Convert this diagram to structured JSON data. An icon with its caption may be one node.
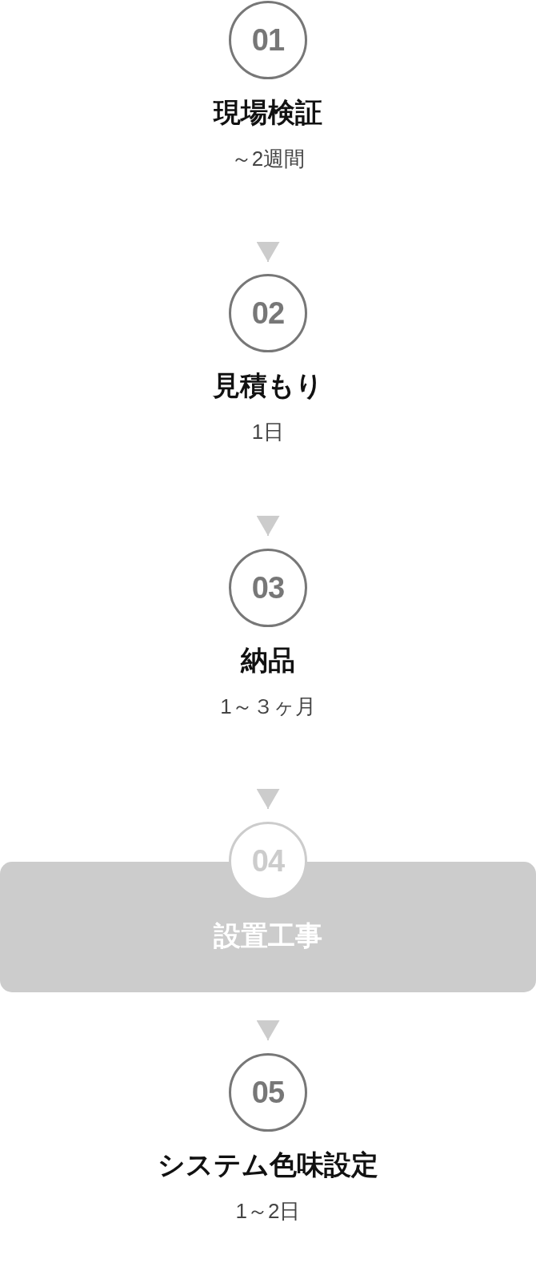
{
  "diagram": {
    "nodes": [
      {
        "text": [
          "01"
        ],
        "beside": [
          "現場検証",
          "～2週間"
        ]
      },
      {
        "text": [
          "02"
        ],
        "beside": [
          "見積もり",
          "1日"
        ]
      },
      {
        "text": [
          "03"
        ],
        "beside": [
          "納品",
          "1～３ヶ月"
        ]
      },
      {
        "text": [
          "04"
        ]
      },
      {
        "text": [
          "設置工事"
        ]
      },
      {
        "text": [
          "05"
        ],
        "beside": [
          "システム色味設定",
          "1～2日"
        ]
      }
    ],
    "edges": [
      {
        "from": 0,
        "to": 1,
        "arrow": "to"
      },
      {
        "from": 1,
        "to": 2,
        "arrow": "to"
      },
      {
        "from": 2,
        "to": 3,
        "arrow": "to"
      },
      {
        "from": 4,
        "to": 5,
        "arrow": "to"
      }
    ]
  }
}
